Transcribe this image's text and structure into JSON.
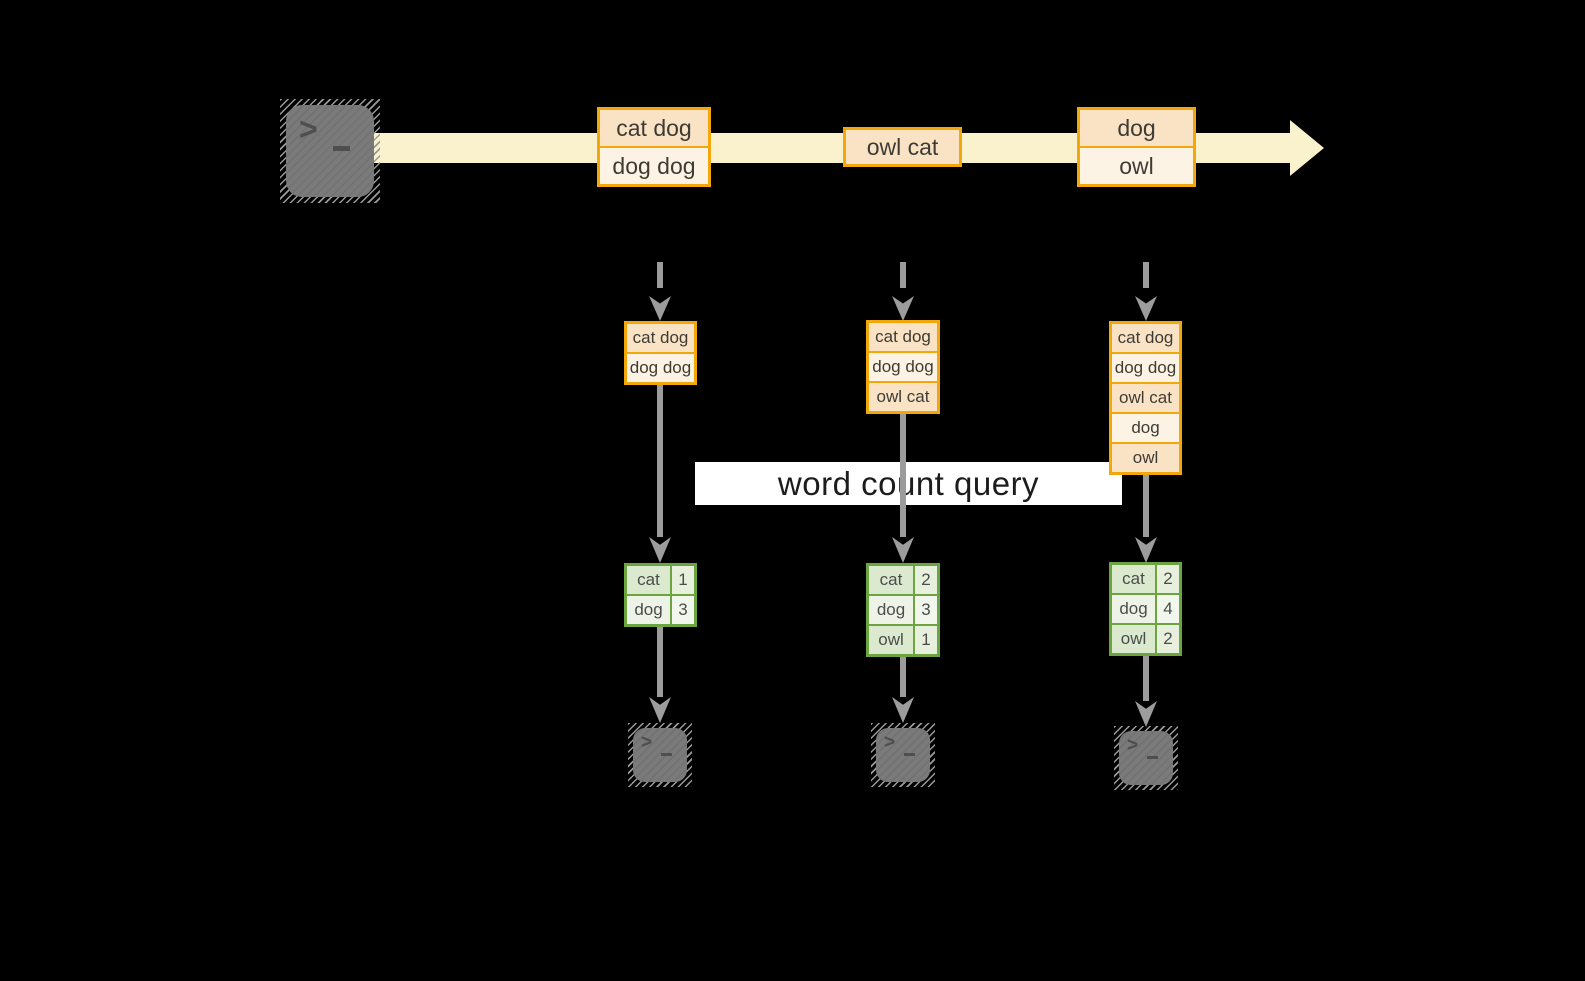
{
  "query": {
    "label": "word count query"
  },
  "terminal": {
    "prompt": ">"
  },
  "stream": {
    "events": [
      {
        "lines": [
          "cat dog",
          "dog dog"
        ]
      },
      {
        "lines": [
          "owl cat"
        ]
      },
      {
        "lines": [
          "dog",
          "owl"
        ]
      }
    ]
  },
  "columns": [
    {
      "buffer": [
        "cat dog",
        "dog dog"
      ],
      "counts": [
        {
          "word": "cat",
          "count": "1"
        },
        {
          "word": "dog",
          "count": "3"
        }
      ]
    },
    {
      "buffer": [
        "cat dog",
        "dog dog",
        "owl cat"
      ],
      "counts": [
        {
          "word": "cat",
          "count": "2"
        },
        {
          "word": "dog",
          "count": "3"
        },
        {
          "word": "owl",
          "count": "1"
        }
      ]
    },
    {
      "buffer": [
        "cat dog",
        "dog dog",
        "owl cat",
        "dog",
        "owl"
      ],
      "counts": [
        {
          "word": "cat",
          "count": "2"
        },
        {
          "word": "dog",
          "count": "4"
        },
        {
          "word": "owl",
          "count": "2"
        }
      ]
    }
  ],
  "colors": {
    "accent_amber": "#F2A70B",
    "fill_peach": "#FAE3C4",
    "fill_cream": "#FDF3E4",
    "stream_band": "#FAF1CD",
    "accent_green": "#6CA440",
    "cell_green_dark": "#DBE9CE",
    "cell_green_light": "#EDF4E7",
    "arrow_gray": "#9C9C9C",
    "terminal_gray": "#7A7A7A",
    "background": "#000000"
  }
}
